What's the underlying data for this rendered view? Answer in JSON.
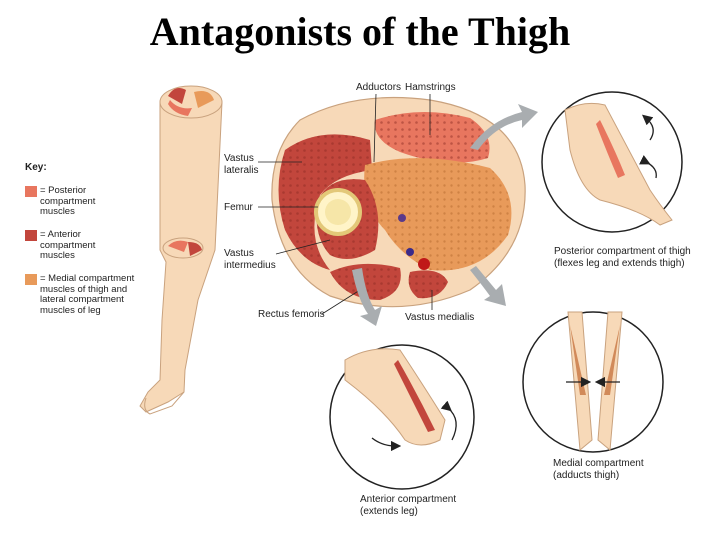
{
  "title": "Antagonists of the Thigh",
  "colors": {
    "posterior": "#e8765f",
    "anterior": "#c2463c",
    "medial": "#e89a5a",
    "skin": "#f7d9b8",
    "arrow": "#a9adb0"
  },
  "key": {
    "heading": "Key:",
    "items": [
      {
        "text": "= Posterior\ncompartment\nmuscles",
        "color_key": "posterior"
      },
      {
        "text": "= Anterior\ncompartment\nmuscles",
        "color_key": "anterior"
      },
      {
        "text": "= Medial compartment\nmuscles of thigh and\nlateral compartment\nmuscles of leg",
        "color_key": "medial"
      }
    ]
  },
  "cross_section_labels": {
    "adductors": "Adductors",
    "hamstrings": "Hamstrings",
    "vastus_lateralis_1": "Vastus",
    "vastus_lateralis_2": "lateralis",
    "femur": "Femur",
    "vastus_intermedius_1": "Vastus",
    "vastus_intermedius_2": "intermedius",
    "rectus_femoris": "Rectus femoris",
    "vastus_medialis": "Vastus medialis"
  },
  "panels": {
    "posterior_1": "Posterior compartment of thigh",
    "posterior_2": "(flexes leg and extends thigh)",
    "medial_1": "Medial compartment",
    "medial_2": "(adducts thigh)",
    "anterior_1": "Anterior compartment",
    "anterior_2": "(extends leg)"
  }
}
